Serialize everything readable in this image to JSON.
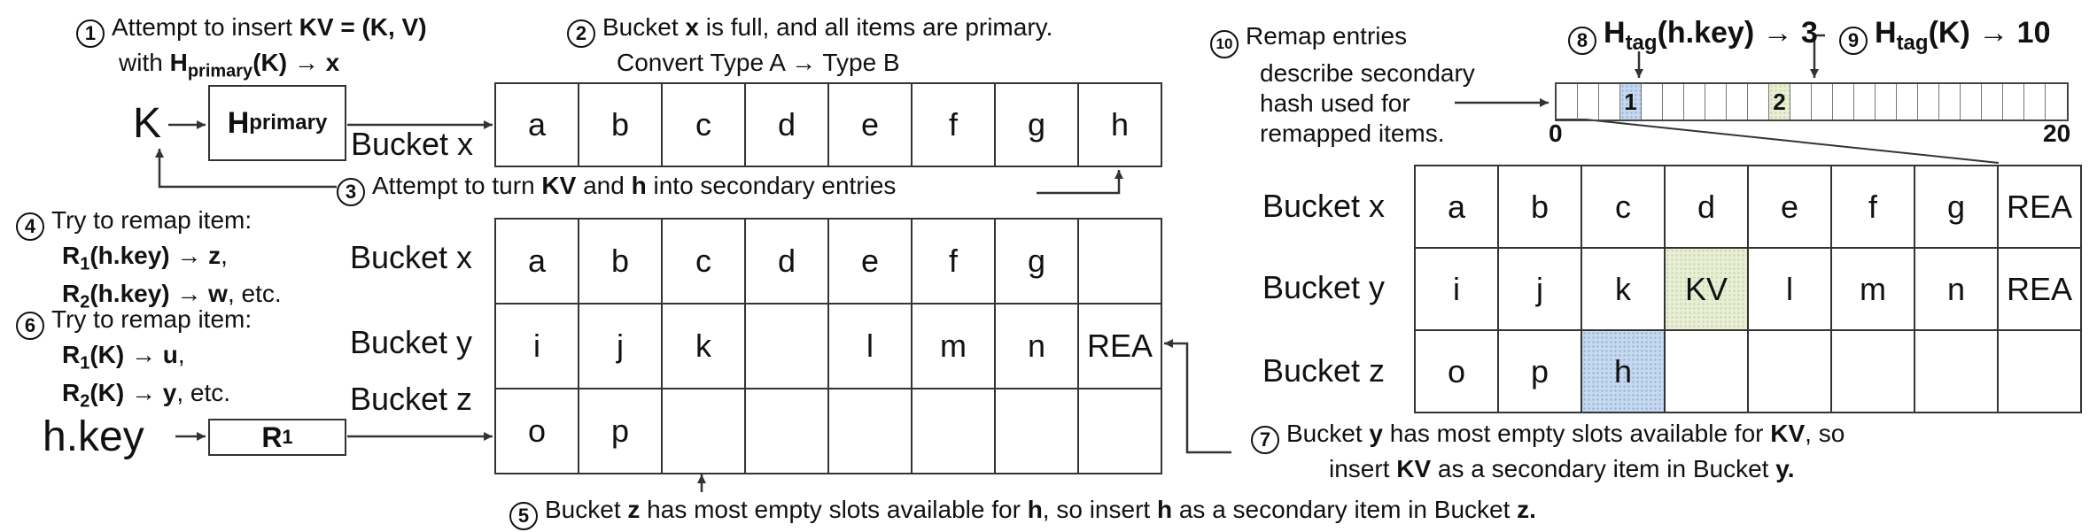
{
  "steps": {
    "s1": {
      "num": "1",
      "line1_pre": "Attempt to insert ",
      "line1_bold": "KV = (K, V)",
      "line2_pre": "with ",
      "line2_bold": "H",
      "line2_sub": "primary",
      "line2_post": "(K) → x"
    },
    "s2": {
      "num": "2",
      "line1_pre": "Bucket ",
      "line1_bold": "x",
      "line1_post": " is full, and all items are primary.",
      "line2": "Convert Type A → Type B"
    },
    "s3": {
      "num": "3",
      "pre": "Attempt to turn ",
      "b1": "KV",
      "mid": " and ",
      "b2": "h",
      "post": " into secondary entries"
    },
    "s4": {
      "num": "4",
      "title": "Try to remap item:",
      "l1_r": "R",
      "l1_sub": "1",
      "l1_rest": "(h.key) → z",
      "l1_end": ",",
      "l2_r": "R",
      "l2_sub": "2",
      "l2_rest": "(h.key) → w",
      "l2_end": ", etc."
    },
    "s5": {
      "num": "5",
      "p1": "Bucket ",
      "b1": "z",
      "p2": " has most empty slots available for ",
      "b2": "h",
      "p3": ", so insert ",
      "b3": "h",
      "p4": " as a secondary item in Bucket ",
      "b4": "z."
    },
    "s6": {
      "num": "6",
      "title": "Try to remap item:",
      "l1_r": "R",
      "l1_sub": "1",
      "l1_rest": "(K) → u",
      "l1_end": ",",
      "l2_r": "R",
      "l2_sub": "2",
      "l2_rest": "(K) → y",
      "l2_end": ", etc."
    },
    "s7": {
      "num": "7",
      "p1": "Bucket ",
      "b1": "y",
      "p2": " has most empty slots available for ",
      "b2": "KV",
      "p3": ", so",
      "p4": "insert ",
      "b3": "KV",
      "p5": " as a secondary item in Bucket ",
      "b4": "y."
    },
    "s8": {
      "num": "8",
      "h": "H",
      "sub": "tag",
      "rest": "(h.key) → 3"
    },
    "s9": {
      "num": "9",
      "h": "H",
      "sub": "tag",
      "rest": "(K) → 10"
    },
    "s10": {
      "num": "10",
      "lines": [
        "Remap entries",
        "describe secondary",
        "hash used for",
        "remapped items."
      ]
    }
  },
  "left": {
    "k_label": "K",
    "hkey_label": "h.key",
    "hprimary_box": {
      "h": "H",
      "sub": "primary"
    },
    "r1_box": {
      "r": "R",
      "sub": "1"
    },
    "bucket_x_top_label": "Bucket x",
    "top_row": [
      "a",
      "b",
      "c",
      "d",
      "e",
      "f",
      "g",
      "h"
    ],
    "lower_labels": [
      "Bucket x",
      "Bucket y",
      "Bucket z"
    ],
    "lower_rows": [
      [
        "a",
        "b",
        "c",
        "d",
        "e",
        "f",
        "g",
        ""
      ],
      [
        "i",
        "j",
        "k",
        "",
        "l",
        "m",
        "n",
        "REA"
      ],
      [
        "o",
        "p",
        "",
        "",
        "",
        "",
        "",
        ""
      ]
    ]
  },
  "right": {
    "tag_array": {
      "cells": 24,
      "entry_1": {
        "index": 3,
        "label": "1"
      },
      "entry_2": {
        "index": 10,
        "label": "2"
      },
      "start_label": "0",
      "end_label": "20"
    },
    "labels": [
      "Bucket x",
      "Bucket y",
      "Bucket z"
    ],
    "rows": [
      [
        "a",
        "b",
        "c",
        "d",
        "e",
        "f",
        "g",
        "REA"
      ],
      [
        "i",
        "j",
        "k",
        "KV",
        "l",
        "m",
        "n",
        "REA"
      ],
      [
        "o",
        "p",
        "h",
        "",
        "",
        "",
        "",
        ""
      ]
    ],
    "highlight_green": {
      "row": 1,
      "col": 3
    },
    "highlight_blue": {
      "row": 2,
      "col": 2
    },
    "colors": {
      "green": "#e8efd6",
      "blue": "#c6d9ef"
    }
  }
}
